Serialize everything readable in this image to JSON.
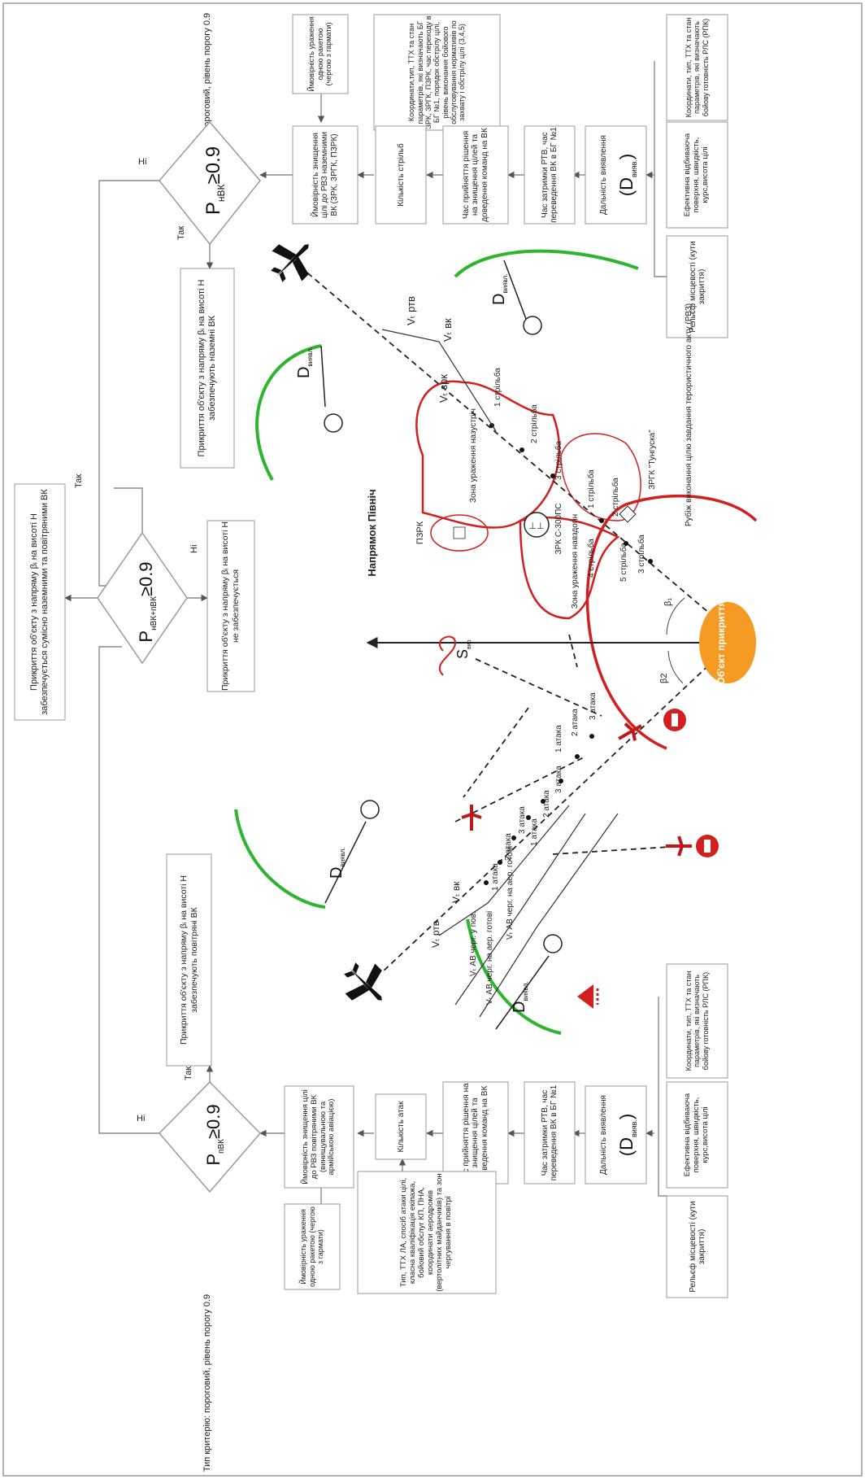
{
  "diagram": {
    "top_right_cards": [
      "Ймовірність ураження одною ракетою (чергою з гармати)",
      "Координати,тип, ТТХ та стан параметрів, які визначають БГ ЗРК, ЗРГК, ПЗРК, час переходу в БГ №1, порядок обстрілу цілі, рівень виконання бойового обслуговування нормативів по захвату і обстрілу цілі (3,4,5)",
      "Координати, тип, ТТХ та стан параметрів, які визначають бойову готовність РЛС (РПК)"
    ],
    "top_mid_boxes": [
      "Ймовірність знищення цілі до РВЗ наземними ВК (ЗРК, ЗРГК, ПЗРК)",
      "Кількість стрільб",
      "Час прийняття рішення на знищення цілей та доведення команд на ВК",
      "Час затримки РТВ, час переведення ВК в БГ №1",
      "Дальність виявлення"
    ],
    "d_detect": "(D",
    "d_detect_sub": "вияв.",
    "top_bottom_boxes": [
      "Ефективна відбиваюча поверхня, швидкість, курс,висота цілі",
      "Рельєф місцевості (кути закриття)"
    ],
    "top_threshold": "Тип критерію: пороговий, рівень порогу 0.9",
    "top_decision": {
      "p": "P",
      "sub": "нВК",
      "rest": "≥0.9"
    },
    "ni": "Ні",
    "tak": "Так",
    "top_result": "Прикриття об'єкту з напряму βᵢ на висоті H забезпечують наземні ВК",
    "center_top": "Прикриття об'єкту з напряму βᵢ на висоті H забезпечується сумісно наземними та повітряними ВК",
    "center_decision": {
      "p": "P",
      "sub": "нВК+пВК",
      "rest": "≥0.9"
    },
    "center_result": "Прикриття об'єкту з напряму βᵢ на висоті H не забезпечується",
    "bottom_result": "Прикриття об'єкту з напряму βᵢ на висоті H забезпечують повітряні ВК",
    "bottom_decision": {
      "p": "P",
      "sub": "пВК",
      "rest": "≥0.9"
    },
    "bottom_threshold": "Тип критерію: пороговий, рівень порогу 0.9",
    "bottom_mid_boxes": [
      "Ймовірність знищення цілі до РВЗ повітряними ВК (винищувальною та армійською авіацією)",
      "Кількість атак",
      "Час прийняття рішення на знищення цілей та доведення команд на ВК",
      "Час затримки РТВ, час переведення ВК в БГ №1",
      "Дальність виявлення"
    ],
    "bottom_cards": [
      "Ймовірність ураження одною ракетою (чергою з гармати)",
      "Тип, ТТХ ЛА, спосіб атаки цілі, класна кваліфікація екіпажа, бойовий обслуг КП, ПНА, координати аеродромів (вертолітних майданчиків) та зон чергування в повітрі"
    ],
    "bottom_bottom_boxes": [
      "Рельєф місцевості (кути закриття)",
      "Ефективна відбиваюча поверхня, швидкість, курс,висота цілі",
      "Координати, тип, ТТХ та стан параметрів, які визначають бойову готовність РЛС (РПК)"
    ],
    "map": {
      "north": "Напрямок Північ",
      "object": "Об'єкт прикриття",
      "rubizh": "Рубіж виконання цілю завдання терористичного акту (РВЗ)",
      "zrk_s300": "ЗРК С-300ПС",
      "zrk_tunguska": "ЗРГК \"Тунгуска\"",
      "pzrk": "ПЗРК",
      "zone_far": "Зона ураження назустріч",
      "zone_near": "Зона ураження навздогін",
      "shots_s300": [
        "1 стрільба",
        "2 стрільба",
        "3 стрільба",
        "4 стрільба",
        "5 стрільба"
      ],
      "shots_tunguska": [
        "1 стрільба",
        "2 стрільба",
        "3 стрільба"
      ],
      "attacks_a": [
        "1 атака",
        "2 атака",
        "3 атака"
      ],
      "attacks_b": [
        "1 атака",
        "2 атака",
        "3 атака"
      ],
      "attacks_c": [
        "1 атака",
        "2 атака",
        "3 атака"
      ],
      "beta1": "β₁",
      "beta2": "β2",
      "d_label": "D",
      "d_sub": "виявл.",
      "v_rtv": "Vₜ ртв",
      "v_vk": "Vₜ вк",
      "v_zrk": "Vₜ зрк",
      "v_ab_u_pov": "Vₜ АВ черг. у пов.",
      "v_ab_aer": "Vₜ АВ черг. на аер. готові",
      "v_ab_aer2": "Vₜ АВ черг. на аер. готові",
      "s_vir": "S",
      "s_vir_sub": "вир"
    }
  }
}
